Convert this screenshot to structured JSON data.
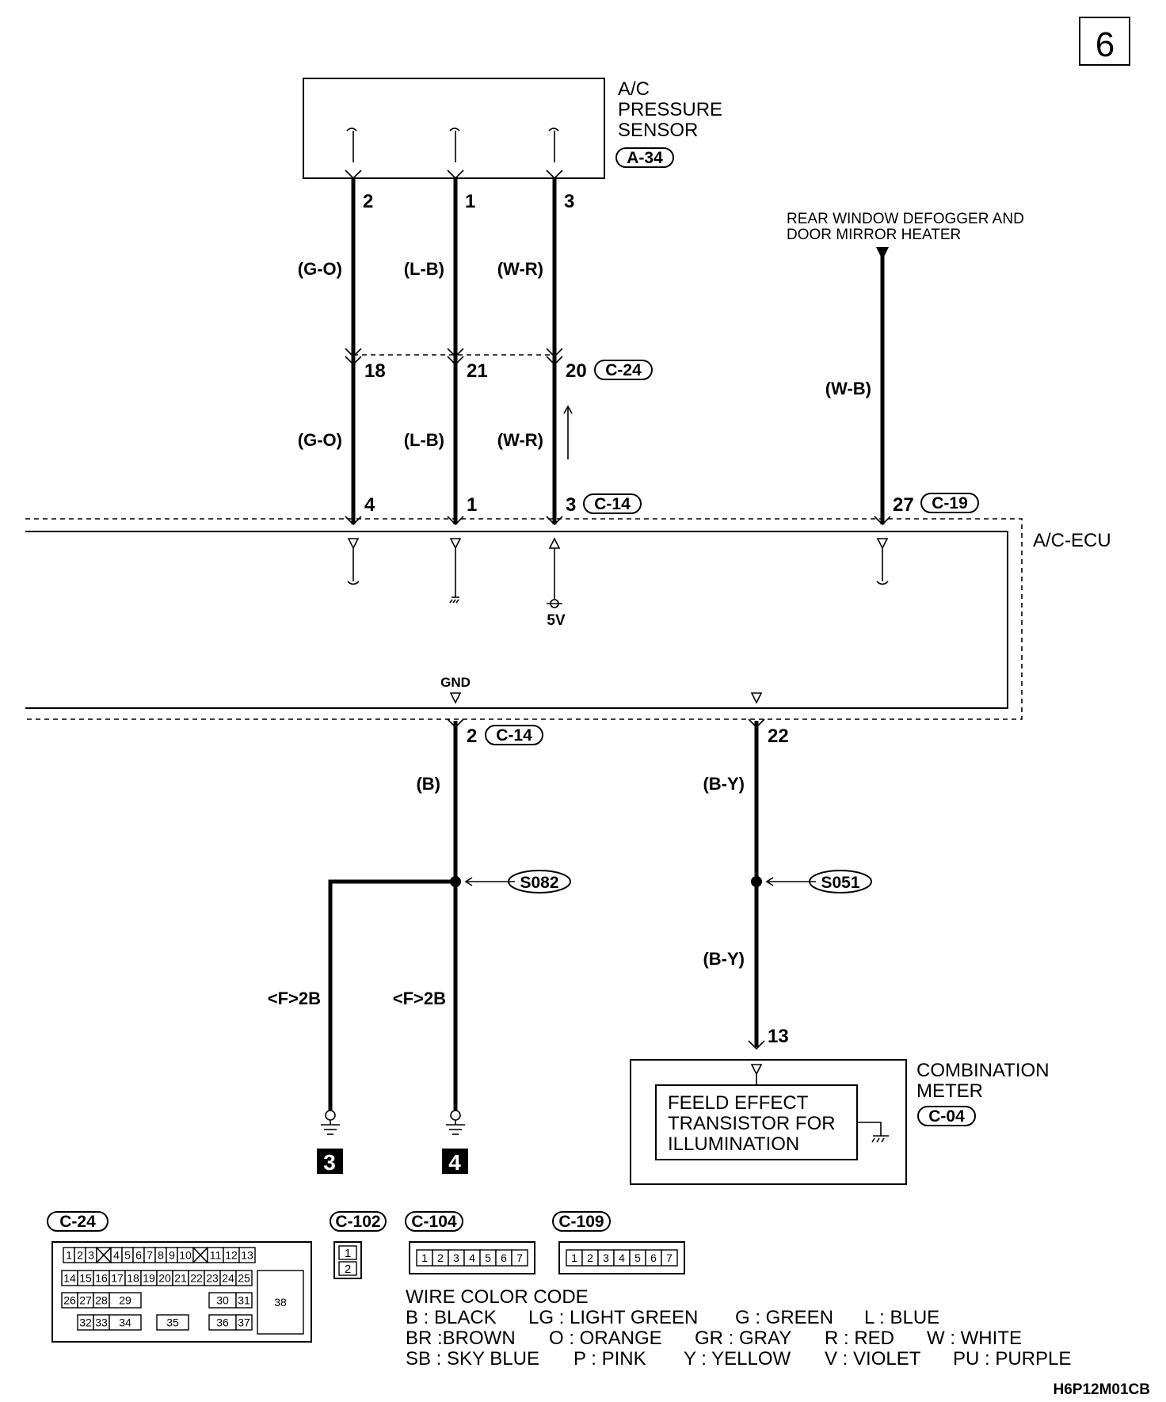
{
  "page_number": "6",
  "diagram_code": "H6P12M01CB",
  "components": {
    "pressure_sensor": {
      "name_lines": [
        "A/C",
        "PRESSURE",
        "SENSOR"
      ],
      "connector": "A-34",
      "pins": [
        "2",
        "1",
        "3"
      ]
    },
    "ecu": {
      "name": "A/C-ECU"
    },
    "combination_meter": {
      "name_lines": [
        "COMBINATION",
        "METER"
      ],
      "connector": "C-04",
      "inner_lines": [
        "FEELD EFFECT",
        "TRANSISTOR FOR",
        "ILLUMINATION"
      ],
      "pin": "13"
    },
    "rear_defogger": {
      "name_lines": [
        "REAR WINDOW DEFOGGER AND",
        "DOOR MIRROR HEATER"
      ]
    }
  },
  "wires": {
    "upper": [
      "(G-O)",
      "(L-B)",
      "(W-R)"
    ],
    "lower": [
      "(G-O)",
      "(L-B)",
      "(W-R)"
    ],
    "defogger": "(W-B)",
    "gnd": "(B)",
    "meter_upper": "(B-Y)",
    "meter_lower": "(B-Y)",
    "ground_left": "<F>2B",
    "ground_right": "<F>2B"
  },
  "pins": {
    "c24": [
      "18",
      "21",
      "20"
    ],
    "c14_top": [
      "4",
      "1",
      "3"
    ],
    "c19": "27",
    "c14_bottom": "2",
    "ecu_22": "22"
  },
  "connectors": {
    "c24": "C-24",
    "c14_top": "C-14",
    "c19": "C-19",
    "c14_bottom": "C-14"
  },
  "labels": {
    "v5": "5V",
    "gnd": "GND"
  },
  "splices": [
    "S082",
    "S051"
  ],
  "ground_points": [
    "3",
    "4"
  ],
  "connector_views": {
    "c24": {
      "title": "C-24",
      "row1": [
        "1",
        "2",
        "3",
        "4",
        "5",
        "6",
        "7",
        "8",
        "9",
        "10",
        "11",
        "12",
        "13"
      ],
      "row2": [
        "14",
        "15",
        "16",
        "17",
        "18",
        "19",
        "20",
        "21",
        "22",
        "23",
        "24",
        "25"
      ],
      "row3": [
        "26",
        "27",
        "28",
        "29",
        "30",
        "31"
      ],
      "row4": [
        "32",
        "33",
        "34",
        "35",
        "36",
        "37"
      ],
      "big": "38"
    },
    "c102": {
      "title": "C-102",
      "pins": [
        "1",
        "2"
      ]
    },
    "c104": {
      "title": "C-104",
      "pins": [
        "1",
        "2",
        "3",
        "4",
        "5",
        "6",
        "7"
      ]
    },
    "c109": {
      "title": "C-109",
      "pins": [
        "1",
        "2",
        "3",
        "4",
        "5",
        "6",
        "7"
      ]
    }
  },
  "color_code": {
    "title": "WIRE COLOR CODE",
    "lines": [
      [
        "B : BLACK",
        "LG : LIGHT GREEN",
        "G : GREEN",
        "L : BLUE"
      ],
      [
        "BR :BROWN",
        "O : ORANGE",
        "GR : GRAY",
        "R : RED",
        "W : WHITE"
      ],
      [
        "SB : SKY BLUE",
        "P : PINK",
        "Y : YELLOW",
        "V : VIOLET",
        "PU : PURPLE"
      ]
    ]
  }
}
